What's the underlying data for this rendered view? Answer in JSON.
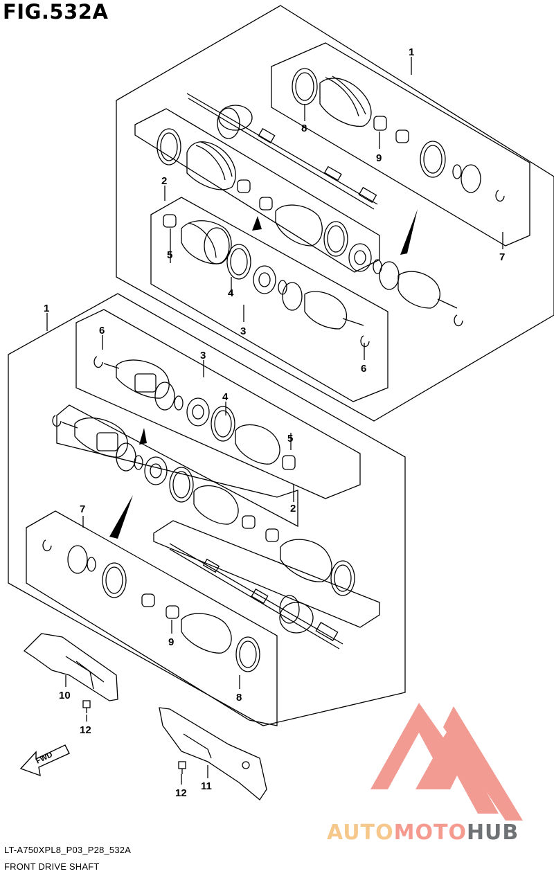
{
  "title": "FIG.532A",
  "footer": {
    "code": "LT-A750XPL8_P03_P28_532A",
    "name": "FRONT DRIVE SHAFT"
  },
  "watermark": {
    "part1": "AUTO",
    "part2": "MOTO",
    "part3": "HUB",
    "colors": {
      "part1": "#f6c88c",
      "part2": "#f49a8f",
      "part3": "#6f7274",
      "logo": "#f08a80"
    }
  },
  "direction_tag": "FWD",
  "callouts": {
    "upper": {
      "assy": "1",
      "boot_kit_outer": "2",
      "joint_kit": "3",
      "ring": "4",
      "band": "5",
      "circlip_a": "6",
      "circlip_b": "6",
      "kit": "7",
      "band_large": "8",
      "band_small": "9"
    },
    "lower": {
      "assy": "1",
      "boot_kit_outer": "2",
      "joint_kit": "3",
      "ring": "4",
      "band": "5",
      "circlip": "6",
      "kit": "7",
      "band_small": "9",
      "band_large": "8"
    },
    "guards": {
      "guard_left": "10",
      "guard_right": "11",
      "bolt_left": "12",
      "bolt_right": "12"
    }
  }
}
